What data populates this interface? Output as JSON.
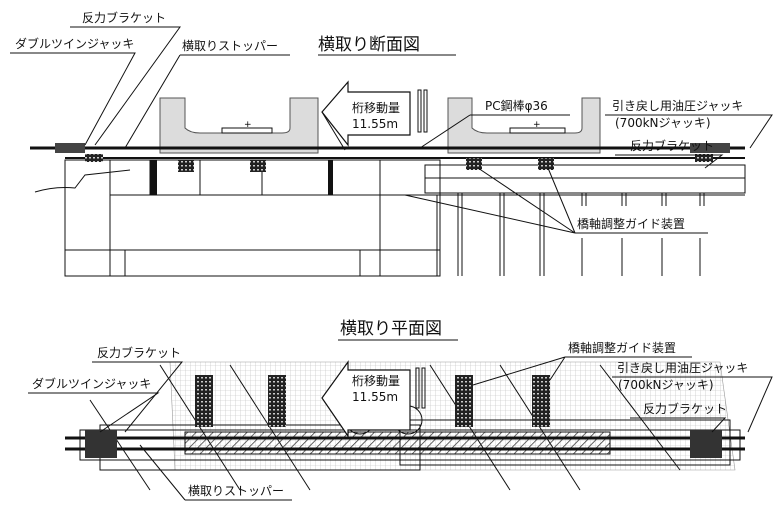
{
  "section_view": {
    "title": "横取り断面図",
    "labels": {
      "reaction_bracket_left": "反力ブラケット",
      "double_twin_jack": "ダブルツインジャッキ",
      "stopper": "横取りストッパー",
      "pc_bar": "PC鋼棒φ36",
      "pullback_jack": "引き戻し用油圧ジャッキ",
      "pullback_jack_spec": "(700kNジャッキ)",
      "reaction_bracket_right": "反力ブラケット",
      "guide_device": "橋軸調整ガイド装置"
    },
    "movement": {
      "label": "桁移動量",
      "value": "11.55m"
    }
  },
  "plan_view": {
    "title": "横取り平面図",
    "labels": {
      "reaction_bracket_left": "反力ブラケット",
      "double_twin_jack": "ダブルツインジャッキ",
      "stopper": "横取りストッパー",
      "guide_device": "橋軸調整ガイド装置",
      "pullback_jack": "引き戻し用油圧ジャッキ",
      "pullback_jack_spec": "(700kNジャッキ)",
      "reaction_bracket_right": "反力ブラケット"
    },
    "movement": {
      "label": "桁移動量",
      "value": "11.55m"
    }
  }
}
